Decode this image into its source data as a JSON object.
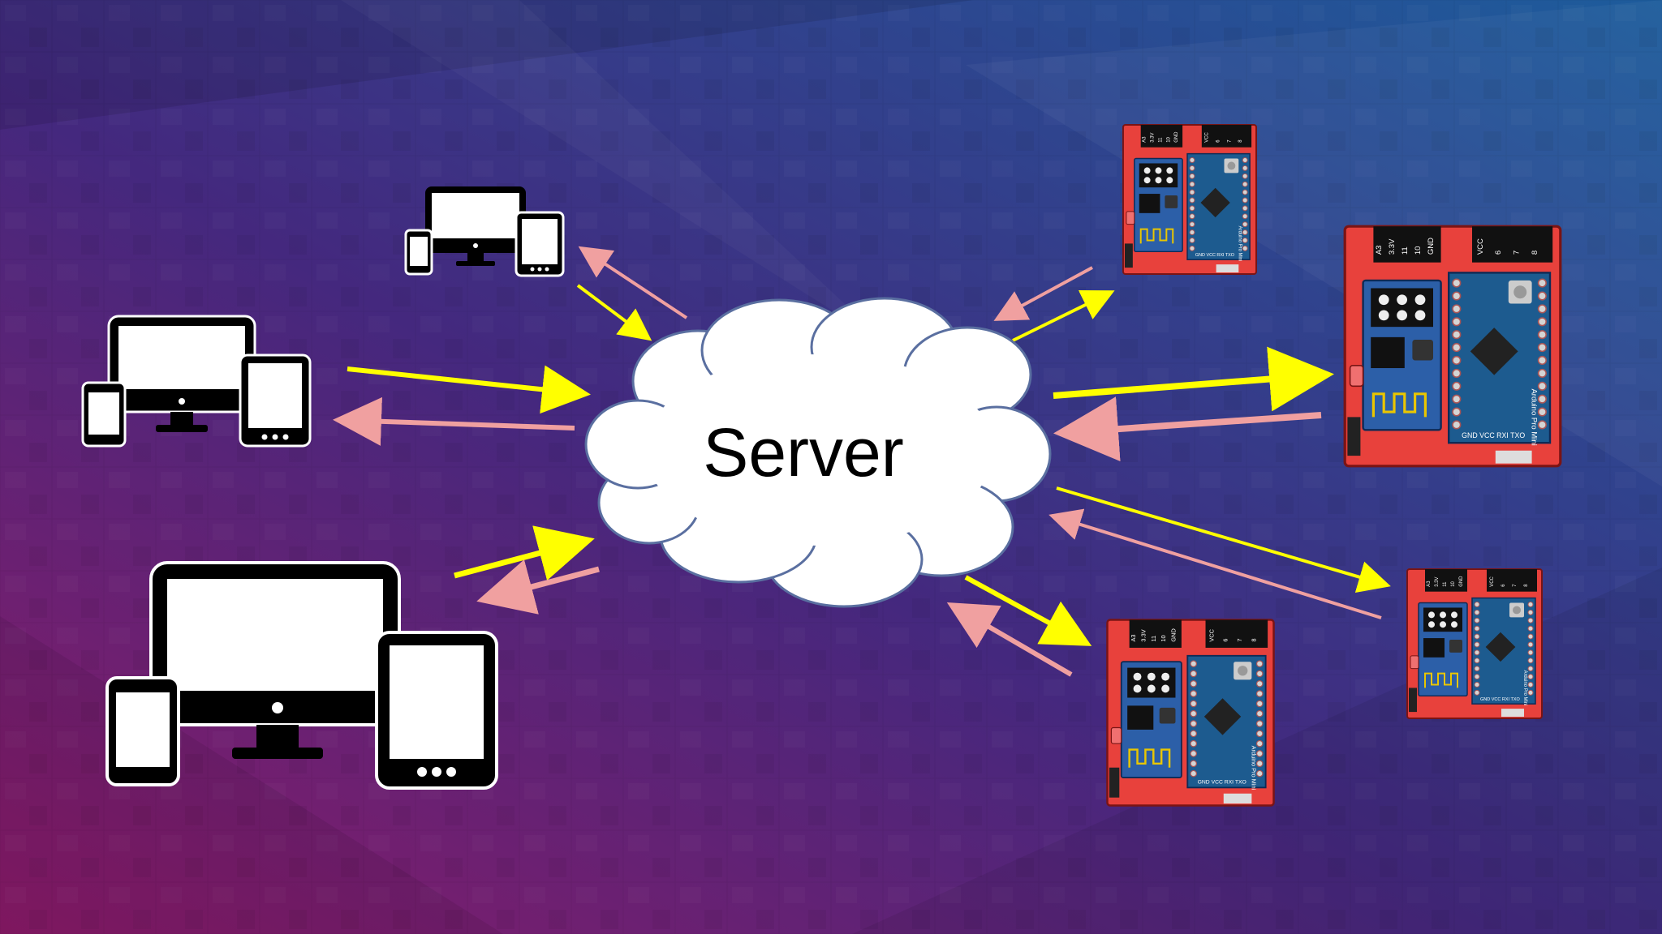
{
  "diagram": {
    "center_label": "Server",
    "colors": {
      "background_left": "#7a1f6e",
      "background_mid": "#3b2a8c",
      "background_right": "#1f5aa0",
      "cloud_fill": "#ffffff",
      "cloud_stroke": "#5a6fa0",
      "arrow_to_server": "#ffff00",
      "arrow_from_server": "#f0a0a0",
      "board_red": "#e8413c",
      "board_blue": "#2c5fa8",
      "device_fill": "#ffffff",
      "device_stroke": "#000000"
    },
    "clients": [
      {
        "name": "client-devices-small",
        "icons": [
          "desktop-monitor-icon",
          "smartphone-icon",
          "tablet-icon"
        ]
      },
      {
        "name": "client-devices-medium",
        "icons": [
          "desktop-monitor-icon",
          "smartphone-icon",
          "tablet-icon"
        ]
      },
      {
        "name": "client-devices-large",
        "icons": [
          "desktop-monitor-icon",
          "smartphone-icon",
          "tablet-icon"
        ]
      }
    ],
    "boards": {
      "count": 4,
      "header_left_pins": [
        "A3",
        "3.3V",
        "11",
        "10",
        "GND"
      ],
      "header_right_pins": [
        "VCC",
        "6",
        "7",
        "8"
      ],
      "bottom_text": "GND VCC RXI TXO",
      "side_text": "Arduino Pro Mini"
    }
  }
}
